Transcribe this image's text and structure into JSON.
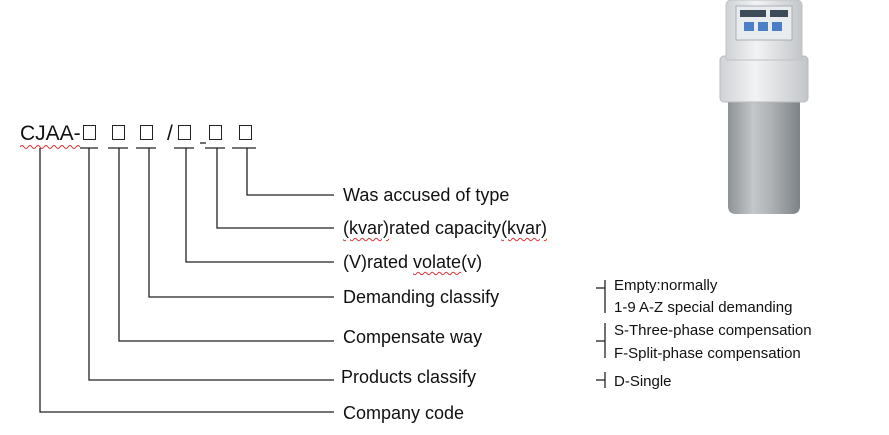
{
  "model_code": {
    "prefix": "CJAA-",
    "slash": "/",
    "dash": "-"
  },
  "labels": {
    "type": "Was accused of type",
    "capacity_unit_1": "(kvar)",
    "capacity_text": "rated capacity",
    "capacity_unit_2": "(kvar)",
    "volt_prefix": "(V)rated ",
    "volt_word": "volate",
    "volt_suffix": "(v)",
    "demanding": "Demanding classify",
    "compensate": "Compensate way",
    "products": "Products classify",
    "company": "Company code"
  },
  "notes": {
    "demanding": [
      "Empty:normally",
      "1-9 A-Z special demanding"
    ],
    "compensate": [
      "S-Three-phase compensation",
      "F-Split-phase compensation"
    ],
    "products": [
      "D-Single"
    ]
  },
  "product_image": {
    "description_icon": "capacitor-device",
    "colors": {
      "body": "#a6aaae",
      "top": "#e6e8ea",
      "panel_blue": "#4a7fc8"
    }
  }
}
